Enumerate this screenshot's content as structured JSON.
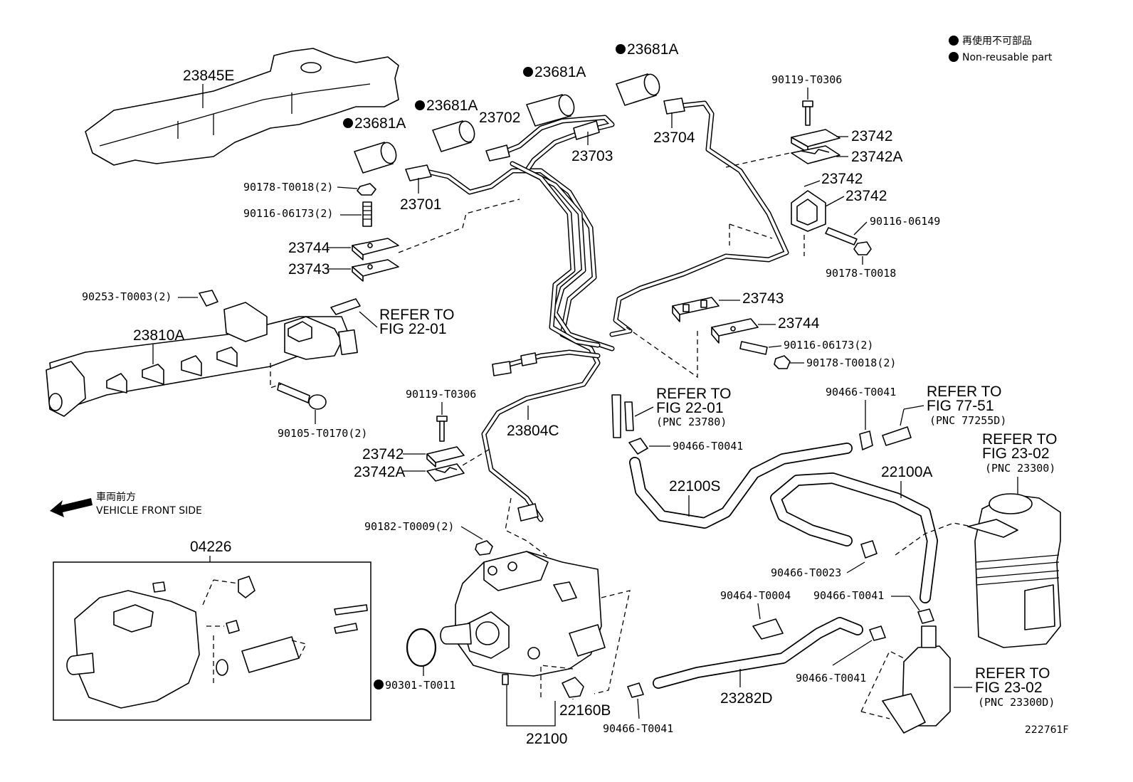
{
  "legend": {
    "line1": "再使用不可部品",
    "line2": "Non-reusable part"
  },
  "vehicle_front": {
    "jp": "車両前方",
    "en": "VEHICLE FRONT SIDE"
  },
  "figure_id": "222761F",
  "labels": {
    "p23845E": "23845E",
    "p23681A_1": "23681A",
    "p23681A_2": "23681A",
    "p23681A_3": "23681A",
    "p23681A_4": "23681A",
    "p23702": "23702",
    "p23703": "23703",
    "p23701": "23701",
    "p23704": "23704",
    "p90119_T0306_top": "90119-T0306",
    "p23742_top1": "23742",
    "p23742A_top": "23742A",
    "p23742_mid1": "23742",
    "p23742_mid2": "23742",
    "p90116_06149": "90116-06149",
    "p90178_T0018_r": "90178-T0018",
    "p90178_T0018_2_l": "90178-T0018(2)",
    "p90116_06173_2_l": "90116-06173(2)",
    "p23744_l": "23744",
    "p23743_l": "23743",
    "p90253_T0003_2": "90253-T0003(2)",
    "p23810A": "23810A",
    "p90105_T0170_2": "90105-T0170(2)",
    "refer_22_01_a1": "REFER TO",
    "refer_22_01_a2": "FIG 22-01",
    "p23743_r": "23743",
    "p23744_r": "23744",
    "p90116_06173_2_r": "90116-06173(2)",
    "p90178_T0018_2_r": "90178-T0018(2)",
    "p90119_T0306_mid": "90119-T0306",
    "p23742_low": "23742",
    "p23742A_low": "23742A",
    "p23804C": "23804C",
    "refer_22_01_b1": "REFER TO",
    "refer_22_01_b2": "FIG 22-01",
    "refer_22_01_b3": "(PNC 23780)",
    "p90466_T0041_a": "90466-T0041",
    "p90466_T0041_b": "90466-T0041",
    "refer_77_51_1": "REFER TO",
    "refer_77_51_2": "FIG 77-51",
    "refer_77_51_3": "(PNC 77255D)",
    "refer_23_02_a1": "REFER TO",
    "refer_23_02_a2": "FIG 23-02",
    "refer_23_02_a3": "(PNC 23300)",
    "p22100S": "22100S",
    "p22100A": "22100A",
    "p90182_T0009_2": "90182-T0009(2)",
    "p04226": "04226",
    "p90466_T0023": "90466-T0023",
    "p90464_T0004": "90464-T0004",
    "p90466_T0041_c": "90466-T0041",
    "p90466_T0041_d": "90466-T0041",
    "p90301_T0011": "90301-T0011",
    "p22160B": "22160B",
    "p23282D": "23282D",
    "refer_23_02_b1": "REFER TO",
    "refer_23_02_b2": "FIG 23-02",
    "refer_23_02_b3": "(PNC 23300D)",
    "p90466_T0041_e": "90466-T0041",
    "p22100": "22100"
  }
}
